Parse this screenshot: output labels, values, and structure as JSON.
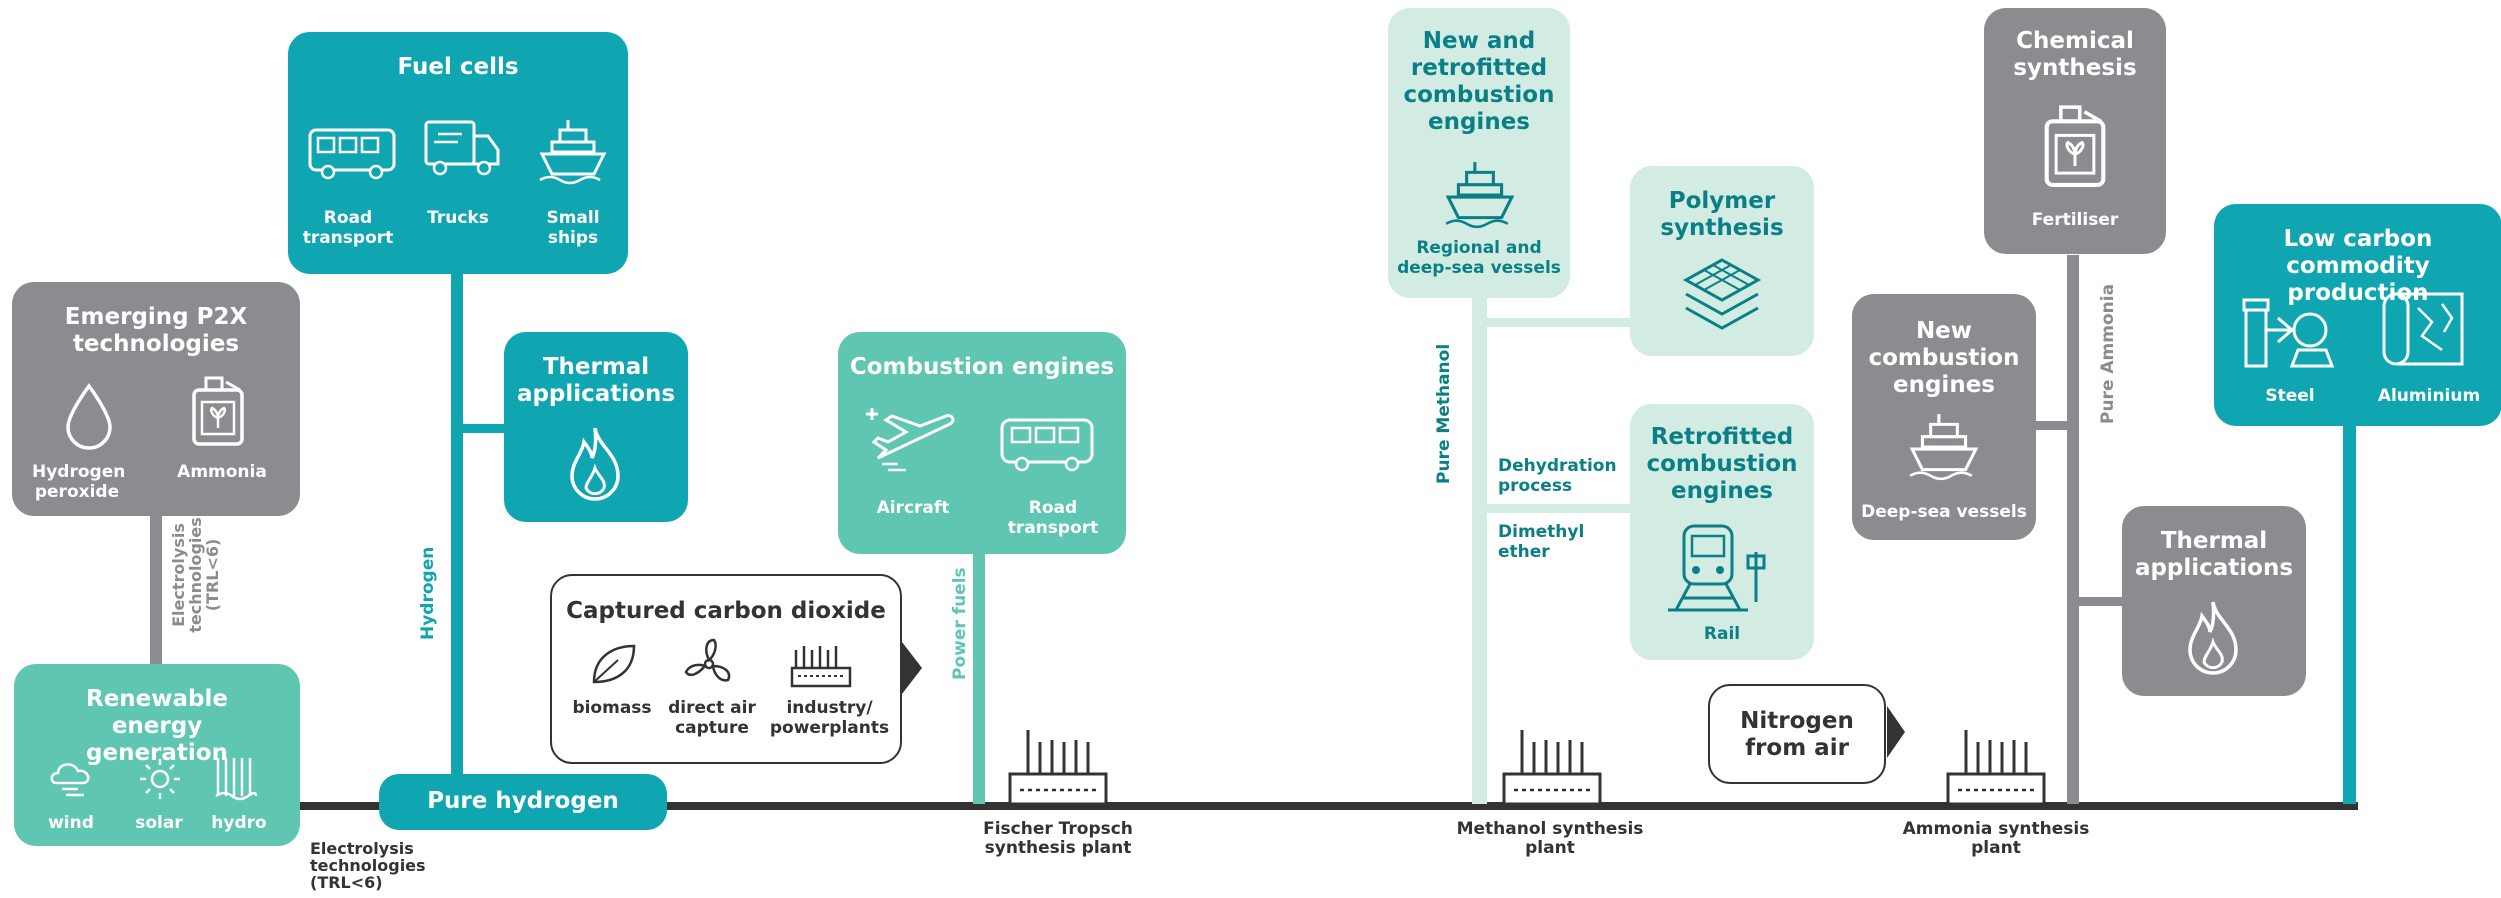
{
  "colors": {
    "teal": "#0fa6b2",
    "gray": "#8c8b8f",
    "mint": "#d2ece4",
    "mid": "#5ec6b1",
    "dark": "#333333"
  },
  "emerging": {
    "title": "Emerging P2X technologies",
    "items": [
      "Hydrogen peroxide",
      "Ammonia"
    ]
  },
  "renewable": {
    "title": "Renewable energy generation",
    "items": [
      "wind",
      "solar",
      "hydro"
    ]
  },
  "electrolysis_vertical": "Electrolysis technologies (TRL<6)",
  "electrolysis_bottom": "Electrolysis technologies (TRL<6)",
  "fuel_cells": {
    "title": "Fuel cells",
    "items": [
      "Road transport",
      "Trucks",
      "Small ships"
    ]
  },
  "thermal_left": {
    "title": "Thermal applications"
  },
  "hydrogen_label": "Hydrogen",
  "pure_hydrogen": "Pure hydrogen",
  "captured": {
    "title": "Captured carbon dioxide",
    "items": [
      "biomass",
      "direct air capture",
      "industry/ powerplants"
    ]
  },
  "power_fuels": "Power fuels",
  "combustion": {
    "title": "Combustion engines",
    "items": [
      "Aircraft",
      "Road transport"
    ]
  },
  "fischer": "Fischer Tropsch synthesis plant",
  "new_retro": {
    "title": "New and retrofitted combustion engines",
    "item": "Regional and deep-sea vessels"
  },
  "pure_methanol": "Pure Methanol",
  "polymer": {
    "title": "Polymer synthesis"
  },
  "dehydration": "Dehydration process",
  "dimethyl": "Dimethyl ether",
  "retrofitted": {
    "title": "Retrofitted combustion engines",
    "item": "Rail"
  },
  "methanol_plant": "Methanol synthesis plant",
  "nitrogen": "Nitrogen from air",
  "chemical": {
    "title": "Chemical synthesis",
    "item": "Fertiliser"
  },
  "pure_ammonia": "Pure Ammonia",
  "new_combustion": {
    "title": "New combustion engines",
    "item": "Deep-sea vessels"
  },
  "thermal_right": {
    "title": "Thermal applications"
  },
  "ammonia_plant": "Ammonia synthesis plant",
  "low_carbon": {
    "title": "Low carbon commodity production",
    "items": [
      "Steel",
      "Aluminium"
    ]
  }
}
